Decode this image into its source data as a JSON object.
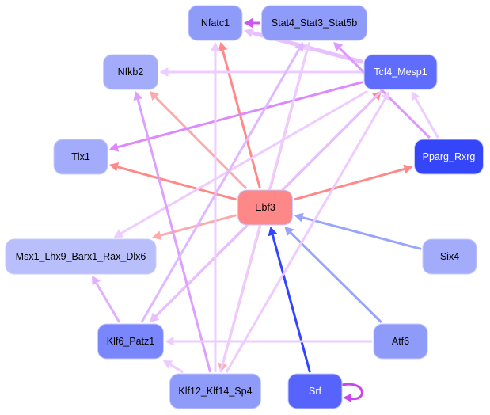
{
  "nodes": [
    {
      "id": "Nfatc1",
      "label": "Nfatc1",
      "color": "#8f9bf8",
      "text": "#000000"
    },
    {
      "id": "Stat4",
      "label": "Stat4_Stat3_Stat5b",
      "color": "#8f9bf8",
      "text": "#000000"
    },
    {
      "id": "Nfkb2",
      "label": "Nfkb2",
      "color": "#a3acfa",
      "text": "#000000"
    },
    {
      "id": "Tcf4",
      "label": "Tcf4_Mesp1",
      "color": "#5f6cfc",
      "text": "#ffffff"
    },
    {
      "id": "Tlx1",
      "label": "Tlx1",
      "color": "#a3acfa",
      "text": "#000000"
    },
    {
      "id": "Pparg",
      "label": "Pparg_Rxrg",
      "color": "#3446f8",
      "text": "#ffffff"
    },
    {
      "id": "Ebf3",
      "label": "Ebf3",
      "color": "#fe8888",
      "text": "#000000"
    },
    {
      "id": "Msx1",
      "label": "Msx1_Lhx9_Barx1_Rax_Dlx6",
      "color": "#b8bffb",
      "text": "#000000"
    },
    {
      "id": "Six4",
      "label": "Six4",
      "color": "#a3acfa",
      "text": "#000000"
    },
    {
      "id": "Klf6",
      "label": "Klf6_Patz1",
      "color": "#7a86fb",
      "text": "#000000"
    },
    {
      "id": "Atf6",
      "label": "Atf6",
      "color": "#8f9bf8",
      "text": "#000000"
    },
    {
      "id": "Klf12",
      "label": "Klf12_Klf14_Sp4",
      "color": "#8f9bf8",
      "text": "#000000"
    },
    {
      "id": "Srf",
      "label": "Srf",
      "color": "#5664fb",
      "text": "#ffffff"
    }
  ],
  "edges": [
    {
      "from": "Ebf3",
      "to": "Nfatc1",
      "color": "#ff8888"
    },
    {
      "from": "Ebf3",
      "to": "Stat4",
      "color": "#ffaaaa"
    },
    {
      "from": "Ebf3",
      "to": "Nfkb2",
      "color": "#ffaaaa"
    },
    {
      "from": "Ebf3",
      "to": "Tcf4",
      "color": "#ff8888"
    },
    {
      "from": "Ebf3",
      "to": "Tlx1",
      "color": "#ff8888"
    },
    {
      "from": "Ebf3",
      "to": "Pparg",
      "color": "#ff8888"
    },
    {
      "from": "Ebf3",
      "to": "Msx1",
      "color": "#ffaaaa"
    },
    {
      "from": "Ebf3",
      "to": "Klf6",
      "color": "#ff8888"
    },
    {
      "from": "Ebf3",
      "to": "Klf12",
      "color": "#ffaaaa"
    },
    {
      "from": "Srf",
      "to": "Ebf3",
      "color": "#3344ff"
    },
    {
      "from": "Six4",
      "to": "Ebf3",
      "color": "#99a4fb"
    },
    {
      "from": "Atf6",
      "to": "Ebf3",
      "color": "#99a4fb"
    },
    {
      "from": "Tcf4",
      "to": "Nfkb2",
      "color": "#eeccff"
    },
    {
      "from": "Tcf4",
      "to": "Tlx1",
      "color": "#dd88ff"
    },
    {
      "from": "Tcf4",
      "to": "Nfatc1",
      "color": "#e8c0ff"
    },
    {
      "from": "Tcf4",
      "to": "Msx1",
      "color": "#eeccff"
    },
    {
      "from": "Tcf4",
      "to": "Klf6",
      "color": "#e8c0ff"
    },
    {
      "from": "Pparg",
      "to": "Stat4",
      "color": "#dd99ff"
    },
    {
      "from": "Pparg",
      "to": "Tcf4",
      "color": "#eeccff"
    },
    {
      "from": "Klf12",
      "to": "Nfkb2",
      "color": "#dda0ff"
    },
    {
      "from": "Klf12",
      "to": "Nfatc1",
      "color": "#eeccff"
    },
    {
      "from": "Klf12",
      "to": "Stat4",
      "color": "#eeccff"
    },
    {
      "from": "Klf12",
      "to": "Tcf4",
      "color": "#eeccff"
    },
    {
      "from": "Klf12",
      "to": "Klf6",
      "color": "#eeccff"
    },
    {
      "from": "Klf6",
      "to": "Msx1",
      "color": "#e0b0ff"
    },
    {
      "from": "Klf6",
      "to": "Stat4",
      "color": "#e0b8ff"
    },
    {
      "from": "Atf6",
      "to": "Klf6",
      "color": "#eeccff"
    },
    {
      "from": "Stat4",
      "to": "Nfatc1",
      "color": "#cc55ee"
    },
    {
      "from": "Srf",
      "to": "Srf",
      "color": "#cc44ee"
    }
  ]
}
